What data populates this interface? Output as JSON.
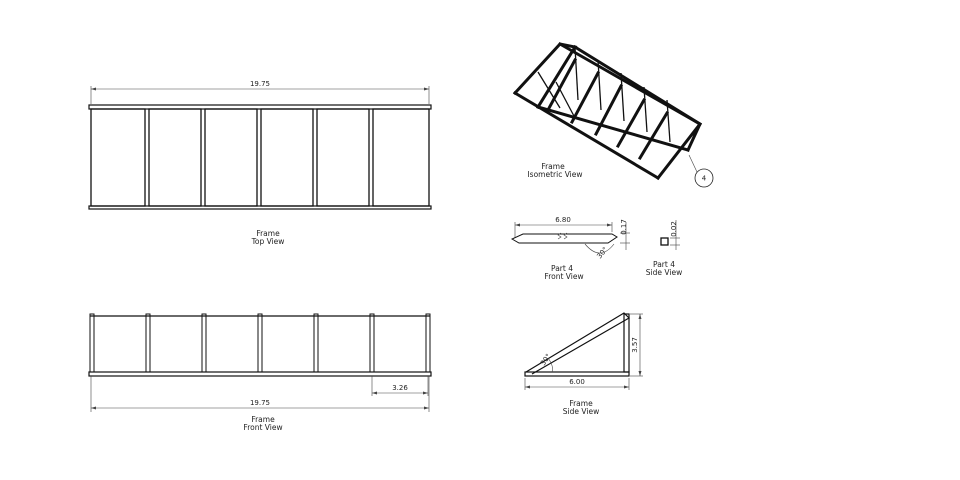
{
  "views": {
    "top": {
      "dimension": "19.75",
      "title": "Frame",
      "subtitle": "Top View"
    },
    "front": {
      "dimension_overall": "19.75",
      "dimension_bay": "3.26",
      "title": "Frame",
      "subtitle": "Front View"
    },
    "isometric": {
      "title": "Frame",
      "subtitle": "Isometric View",
      "balloon": "4"
    },
    "part4_front": {
      "dimension_length": "6.80",
      "dimension_height": "0.17",
      "angle": "30°",
      "title": "Part 4",
      "subtitle": "Front View"
    },
    "part4_side": {
      "dimension": "0.02",
      "title": "Part 4",
      "subtitle": "Side View"
    },
    "side": {
      "dimension_height": "3.57",
      "dimension_base": "6.00",
      "angle": "30°",
      "title": "Frame",
      "subtitle": "Side View"
    }
  }
}
